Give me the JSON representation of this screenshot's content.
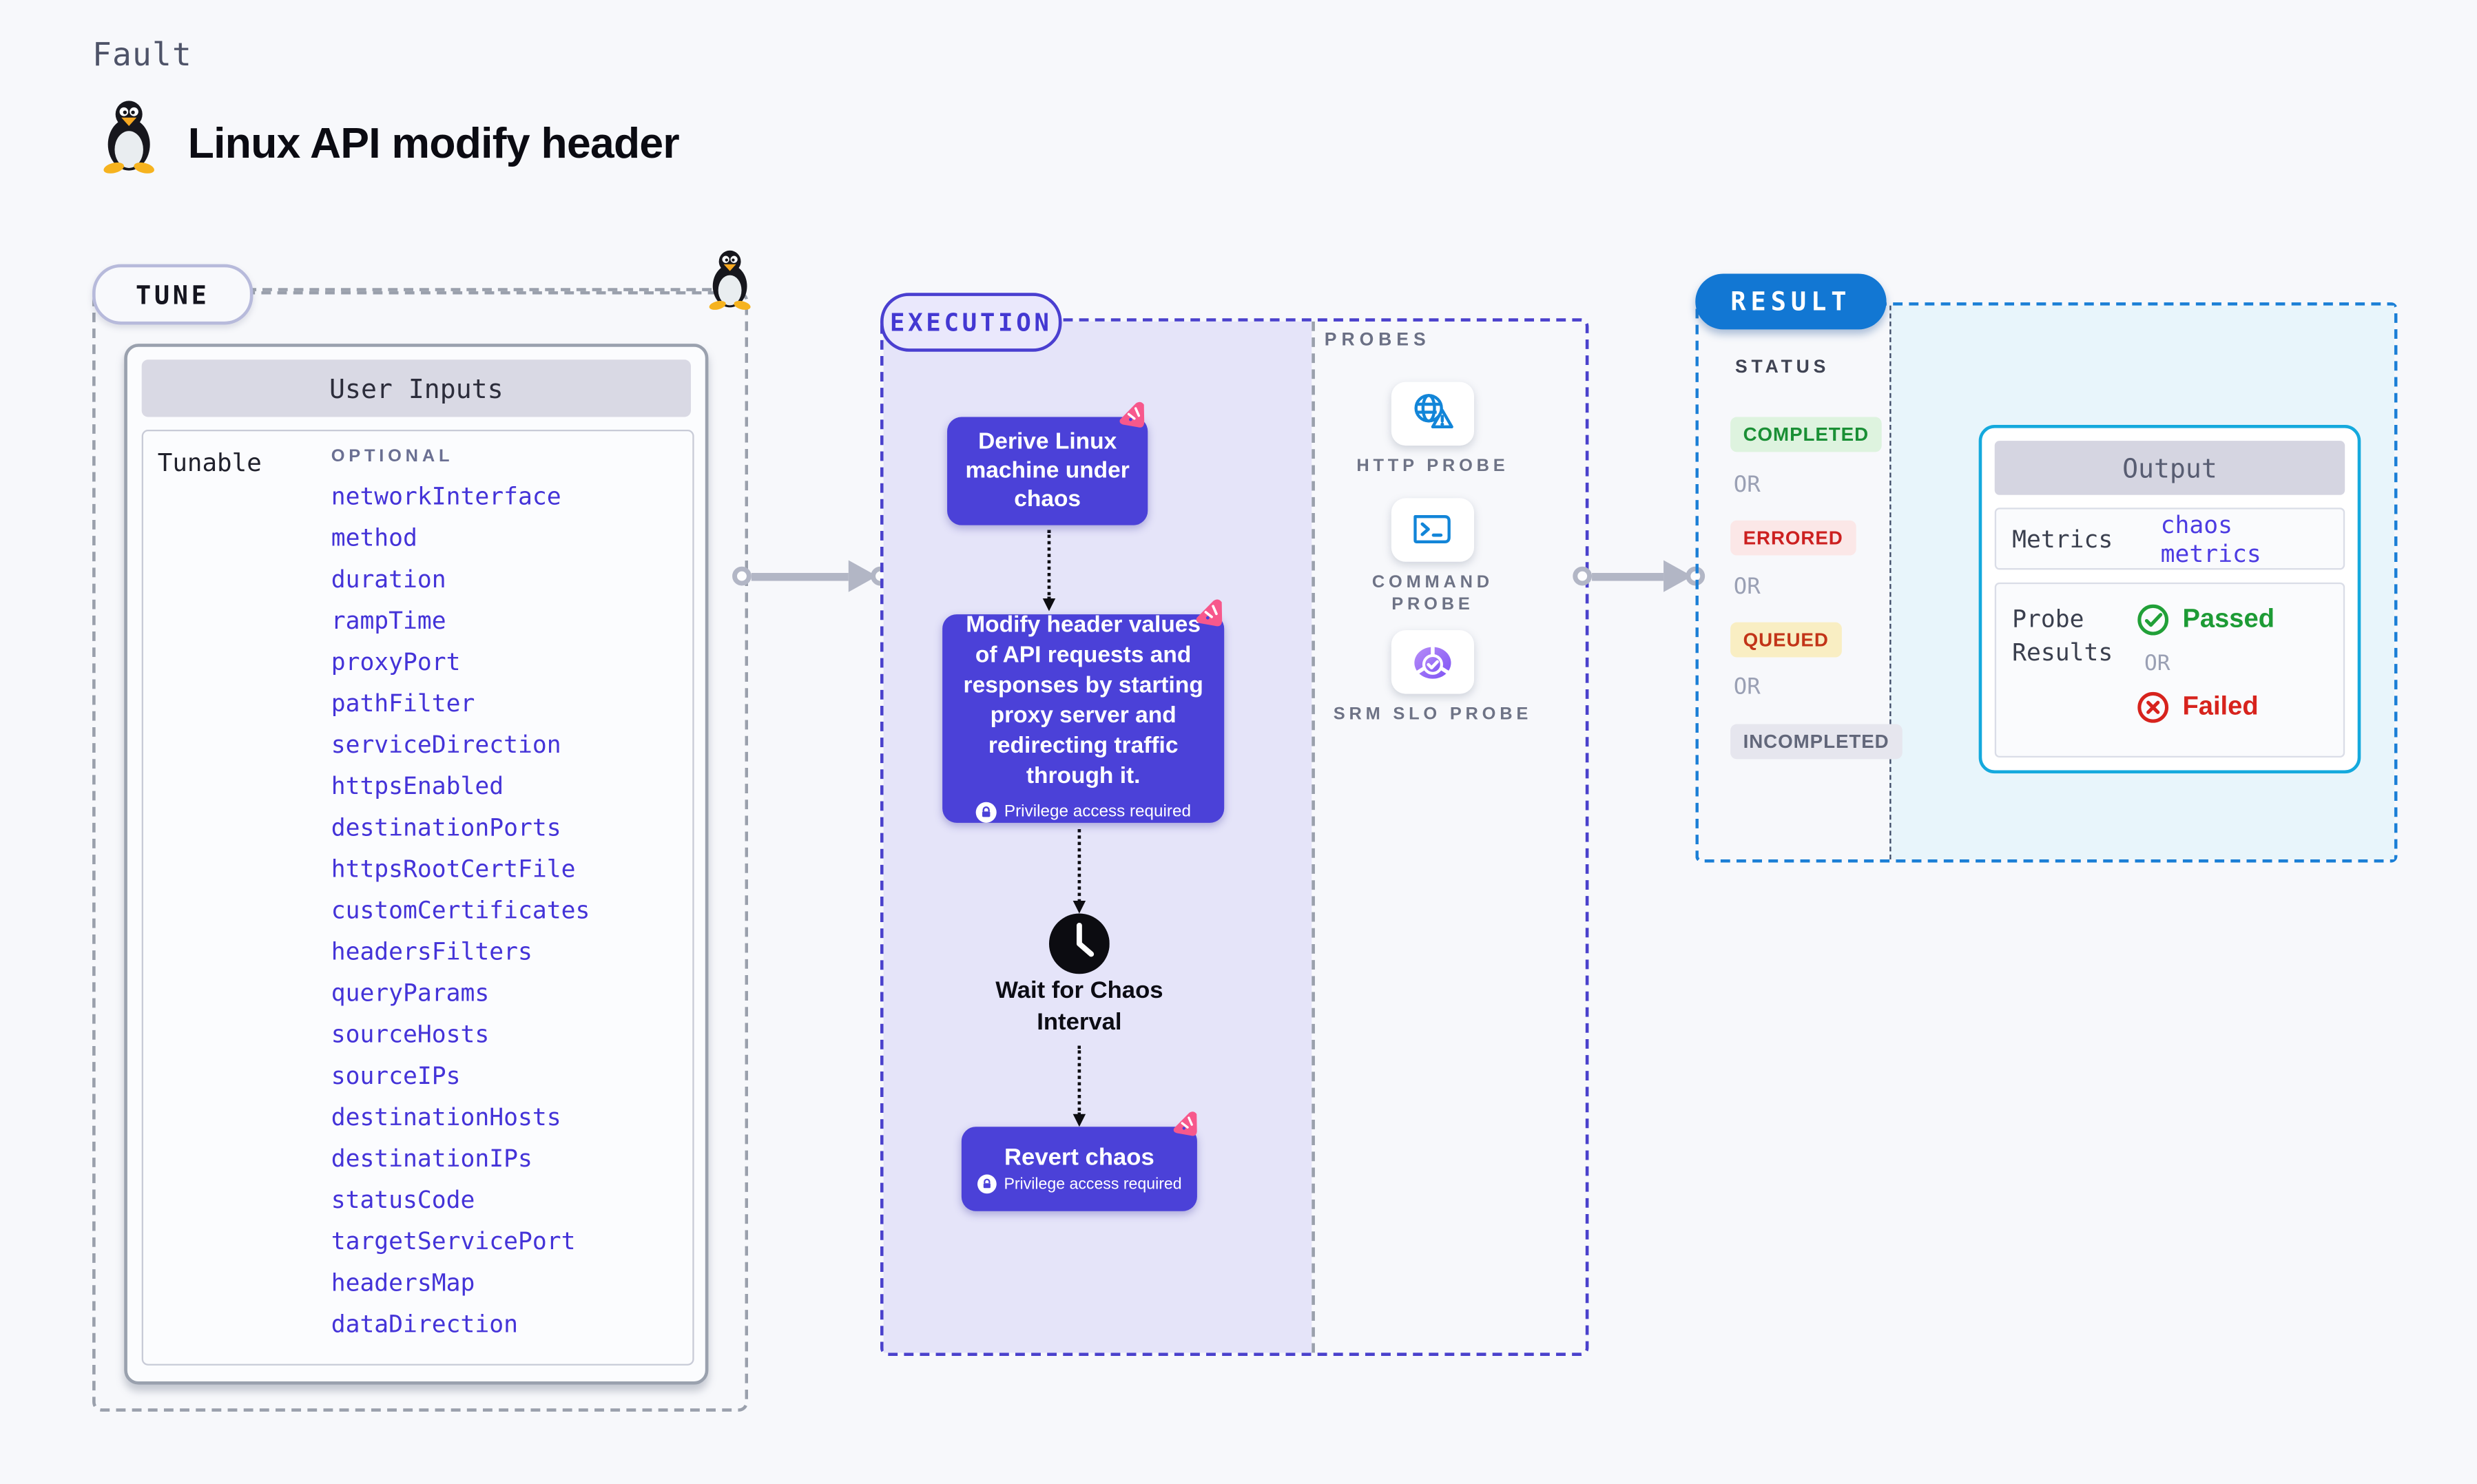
{
  "page": {
    "kind_label": "Fault",
    "title": "Linux API modify header"
  },
  "tune": {
    "label": "TUNE",
    "card_header": "User Inputs",
    "column_label": "Tunable",
    "optional_label": "OPTIONAL",
    "tunables": [
      "networkInterface",
      "method",
      "duration",
      "rampTime",
      "proxyPort",
      "pathFilter",
      "serviceDirection",
      "httpsEnabled",
      "destinationPorts",
      "httpsRootCertFile",
      "customCertificates",
      "headersFilters",
      "queryParams",
      "sourceHosts",
      "sourceIPs",
      "destinationHosts",
      "destinationIPs",
      "statusCode",
      "targetServicePort",
      "headersMap",
      "dataDirection"
    ]
  },
  "execution": {
    "label": "EXECUTION",
    "steps": [
      {
        "text": "Derive Linux machine under chaos"
      },
      {
        "text": "Modify header values of API requests and responses by starting proxy server and redirecting traffic through it.",
        "privilege": "Privilege access required"
      },
      {
        "text": "Wait for Chaos Interval"
      },
      {
        "text": "Revert chaos",
        "privilege": "Privilege access required"
      }
    ]
  },
  "probes": {
    "label": "PROBES",
    "items": [
      {
        "label": "HTTP PROBE",
        "icon": "globe-warning-icon"
      },
      {
        "label": "COMMAND PROBE",
        "icon": "terminal-icon"
      },
      {
        "label": "SRM SLO PROBE",
        "icon": "slo-donut-icon"
      }
    ]
  },
  "result": {
    "label": "RESULT",
    "status_label": "STATUS",
    "or_label": "OR",
    "statuses": [
      {
        "label": "COMPLETED",
        "fg": "#1a8f35",
        "bg": "#def3df"
      },
      {
        "label": "ERRORED",
        "fg": "#cc2020",
        "bg": "#fbe7e7"
      },
      {
        "label": "QUEUED",
        "fg": "#c23418",
        "bg": "#f9eec3"
      },
      {
        "label": "INCOMPLETED",
        "fg": "#62677a",
        "bg": "#e6e6ee"
      }
    ],
    "output": {
      "header": "Output",
      "metrics_label": "Metrics",
      "metrics_value": "chaos metrics",
      "probe_results_label": "Probe Results",
      "passed_label": "Passed",
      "failed_label": "Failed"
    }
  },
  "colors": {
    "page_bg": "#f7f8fb",
    "node_indigo": "#4b41d8",
    "execution_bg": "#e5e4f9",
    "tunable_link": "#4433d8",
    "result_blue": "#1277d3",
    "output_border_cyan": "#14a9dd",
    "chaos_badge_pink": "#f7588c",
    "probe_icon_blue": "#1285d8",
    "slo_purple": "#8a5cf5",
    "passed_green": "#1d9b35",
    "failed_red": "#d7231d"
  }
}
